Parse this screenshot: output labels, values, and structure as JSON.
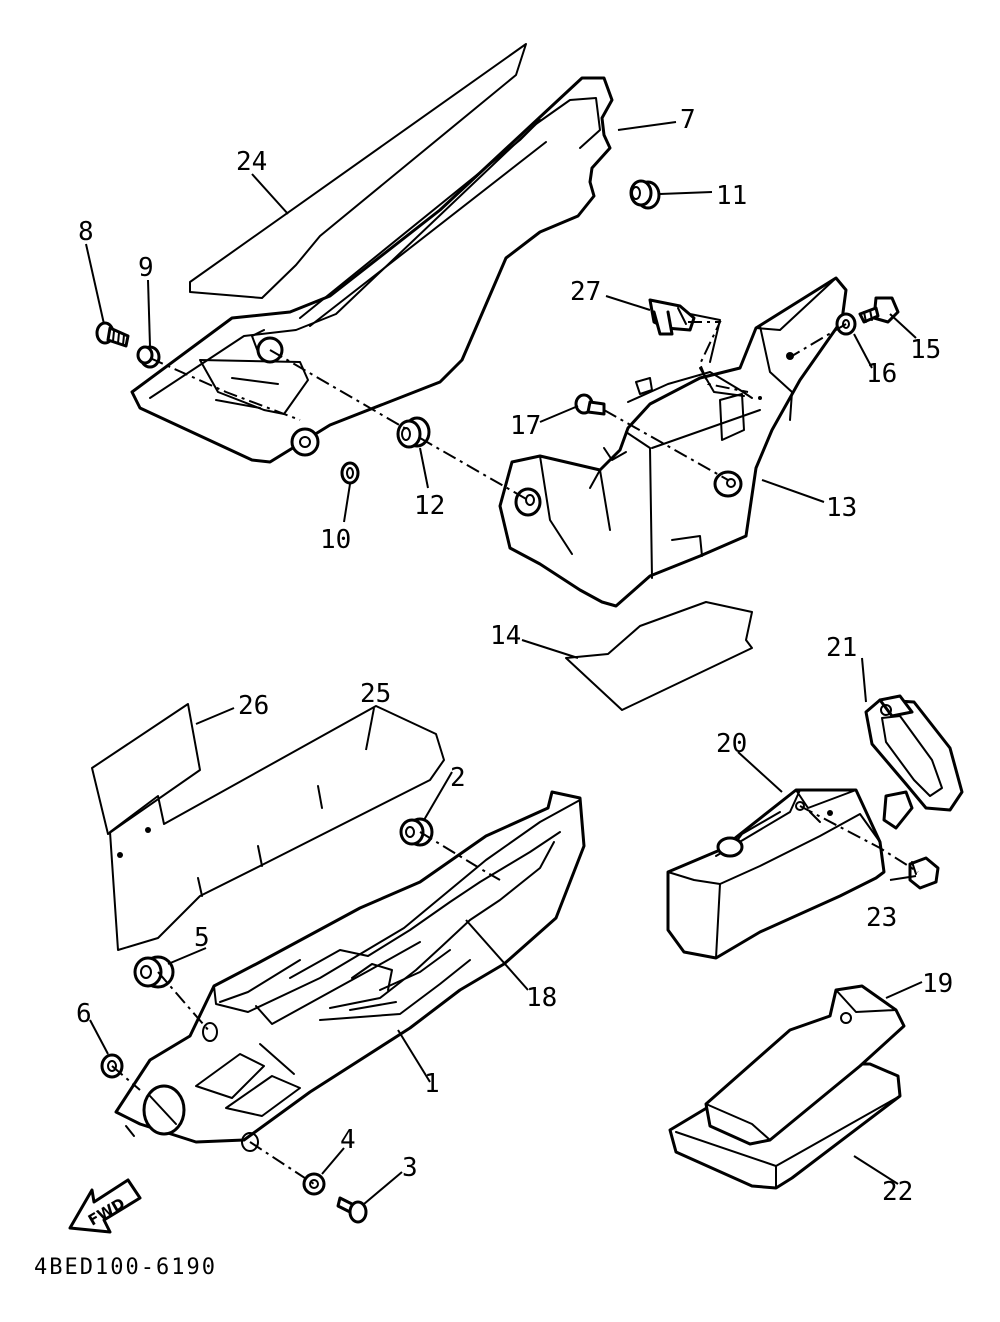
{
  "diagram": {
    "drawing_code": "4BED100-6190",
    "direction_label": "FWD",
    "callouts": [
      "1",
      "2",
      "3",
      "4",
      "5",
      "6",
      "7",
      "8",
      "9",
      "10",
      "11",
      "12",
      "13",
      "14",
      "15",
      "16",
      "17",
      "18",
      "19",
      "20",
      "21",
      "22",
      "23",
      "24",
      "25",
      "26",
      "27"
    ]
  },
  "colors": {
    "ink": "#000000",
    "paper": "#ffffff"
  }
}
